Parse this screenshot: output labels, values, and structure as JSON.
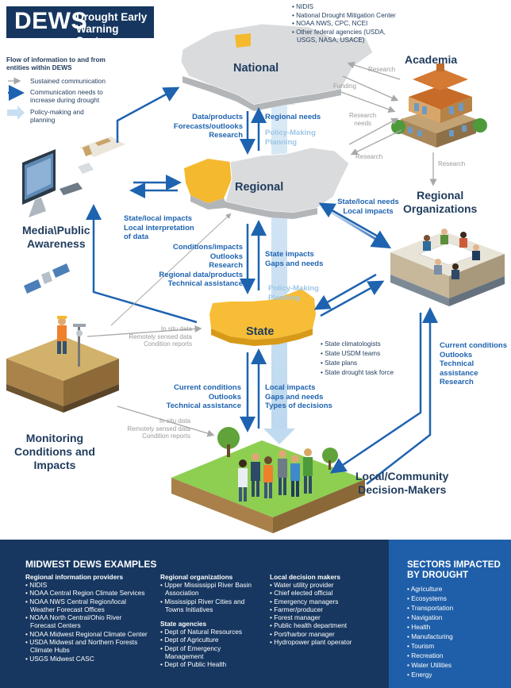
{
  "logo": {
    "abbr": "DEWS",
    "line1": "Drought Early",
    "line2": "Warning System"
  },
  "national_agencies": [
    "• NIDIS",
    "• National Drought Mitigation Center",
    "• NOAA NWS, CPC, NCEI",
    "• Other federal agencies (USDA,",
    "  USGS, NASA, USACE)"
  ],
  "legend": {
    "title_line1": "Flow of information to and from",
    "title_line2": "entities within DEWS",
    "sustained": "Sustained communication",
    "increase_line1": "Communication needs to",
    "increase_line2": "increase during drought",
    "policy_line1": "Policy-making and",
    "policy_line2": "planning"
  },
  "nodes": {
    "national": "National",
    "regional": "Regional",
    "state": "State",
    "academia": "Academia",
    "regional_org_line1": "Regional",
    "regional_org_line2": "Organizations",
    "media_line1": "Media\\Public",
    "media_line2": "Awareness",
    "monitoring_line1": "Monitoring",
    "monitoring_line2": "Conditions and",
    "monitoring_line3": "Impacts",
    "local_line1": "Local/Community",
    "local_line2": "Decision-Makers"
  },
  "flows": {
    "data_products": [
      "Data/products",
      "Forecasts/outlooks",
      "Research"
    ],
    "regional_needs": "Regional needs",
    "policy_top": [
      "Policy-Making",
      "Planning"
    ],
    "research_top": "Research",
    "funding": "Funding",
    "research_needs": [
      "Research",
      "needs"
    ],
    "research_mid": "Research",
    "research_right": "Research",
    "state_local_needs": [
      "State/local needs",
      "Local impacts"
    ],
    "state_local_impacts": [
      "State/local impacts",
      "Local interpretation",
      "of data"
    ],
    "conditions_impacts": [
      "Conditions/impacts",
      "Outlooks",
      "Research",
      "Regional data/products",
      "Technical assistance"
    ],
    "state_impacts": [
      "State impacts",
      "Gaps and needs"
    ],
    "policy_mid": [
      "Policy-Making",
      "Planning"
    ],
    "in_situ_1": [
      "In situ data",
      "Remotely sensed data",
      "Condition reports"
    ],
    "state_list": [
      "• State climatologists",
      "• State USDM teams",
      "• State plans",
      "• State drought task force"
    ],
    "current_conditions_right": [
      "Current conditions",
      "Outlooks",
      "Technical",
      "assistance",
      "Research"
    ],
    "current_conditions_left": [
      "Current conditions",
      "Outlooks",
      "Technical assistance"
    ],
    "local_impacts": [
      "Local impacts",
      "Gaps and needs",
      "Types of decisions"
    ],
    "in_situ_2": [
      "In situ data",
      "Remotely sensed data",
      "Condition reports"
    ]
  },
  "footer": {
    "title": "MIDWEST DEWS EXAMPLES",
    "col1_head": "Regional information providers",
    "col1_items": [
      "• NIDIS",
      "• NOAA Central Region Climate Services",
      "• NOAA NWS Central Region/local",
      "  Weather Forecast Offices",
      "• NOAA North Central/Ohio River",
      "  Forecast Centers",
      "• NOAA Midwest Regional Climate Center",
      "• USDA Midwest and Northern Forests",
      "  Climate Hubs",
      "• USGS Midwest CASC"
    ],
    "col2_head": "Regional organizations",
    "col2_items": [
      "• Upper Mississippi River Basin",
      "  Association",
      "• Mississippi River Cities and",
      "  Towns Initiatives"
    ],
    "col2b_head": "State agencies",
    "col2b_items": [
      "• Dept of Natural Resources",
      "• Dept of Agriculture",
      "• Dept of Emergency",
      "  Management",
      "• Dept of Public Health"
    ],
    "col3_head": "Local decision makers",
    "col3_items": [
      "• Water utility provider",
      "• Chief elected official",
      "• Emergency managers",
      "• Farmer/producer",
      "• Forest manager",
      "• Public health department",
      "• Port/harbor manager",
      "• Hydropower plant operator"
    ],
    "sectors_title_line1": "SECTORS IMPACTED",
    "sectors_title_line2": "BY DROUGHT",
    "sectors": [
      "• Agriculture",
      "• Ecosystems",
      "• Transportation",
      "• Navigation",
      "• Health",
      "• Manufacturing",
      "• Tourism",
      "• Recreation",
      "• Water Utilities",
      "• Energy"
    ]
  },
  "colors": {
    "navy": "#16365f",
    "blue": "#1e63b0",
    "light_blue": "#9dc6e6",
    "state_gold": "#f5b930",
    "map_gray": "#d7d9db",
    "sectors_bg": "#1f5fa9"
  }
}
